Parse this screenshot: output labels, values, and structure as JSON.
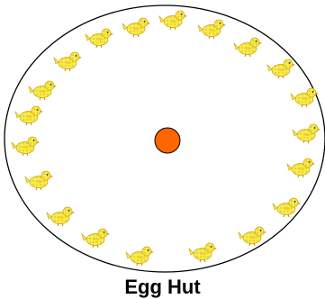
{
  "caption": "Egg Hut",
  "ring_color": "#000000",
  "center_color": "#ff6600",
  "center_stroke_color": "#000000",
  "chick_body_color": "#f7e94a",
  "chick_shade_color": "#d9b800",
  "chick_beak_color": "#e08a00",
  "chick_count": 20,
  "center_icon": "orange-circle",
  "item_icon": "chick-icon"
}
